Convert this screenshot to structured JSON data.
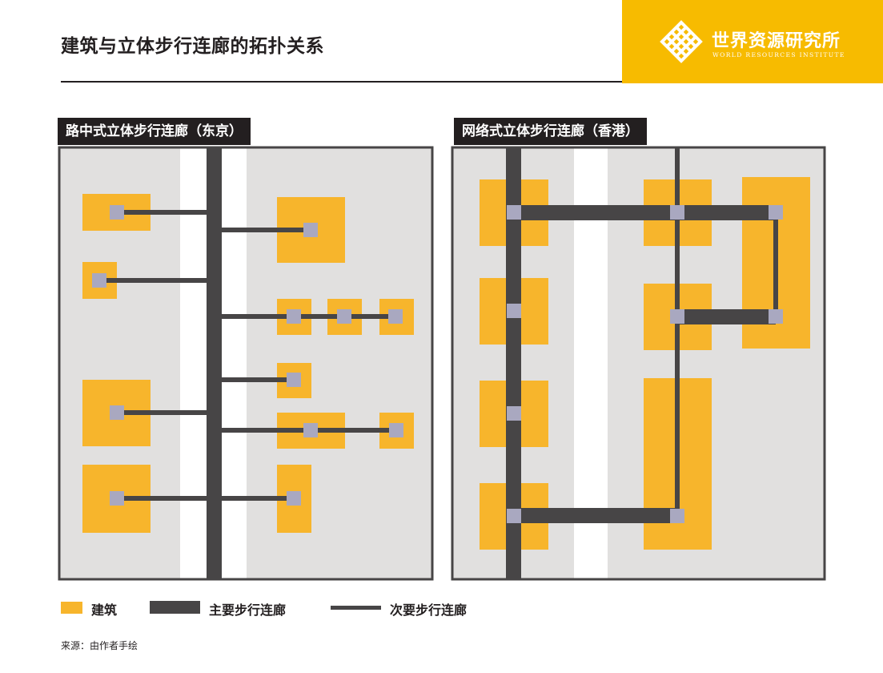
{
  "header": {
    "title": "建筑与立体步行连廊的拓扑关系",
    "logo_name": "世界资源研究所",
    "logo_sub": "WORLD RESOURCES INSTITUTE"
  },
  "panels": {
    "left_label": "路中式立体步行连廊（东京）",
    "right_label": "网络式立体步行连廊（香港）"
  },
  "legend": {
    "building": "建筑",
    "main_corridor": "主要步行连廊",
    "secondary_corridor": "次要步行连廊"
  },
  "source": "来源：由作者手绘",
  "colors": {
    "building": "#f7b52c",
    "corridor": "#474546",
    "node": "#a9a8c0",
    "ground": "#e1e0df",
    "road": "#ffffff",
    "frame": "#474546",
    "logo_bg": "#f7bb00"
  }
}
